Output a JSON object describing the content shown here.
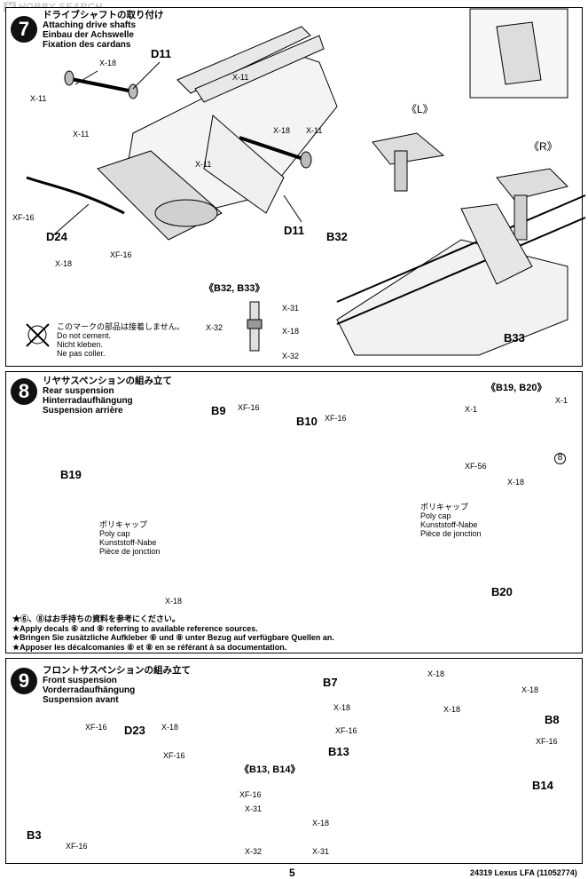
{
  "watermark": "HOBBY SEARCH",
  "step7": {
    "number": "7",
    "title_jp": "ドライブシャフトの取り付け",
    "title_en": "Attaching drive shafts",
    "title_de": "Einbau der Achswelle",
    "title_fr": "Fixation des cardans",
    "labels": [
      "D11",
      "X-18",
      "X-11",
      "X-11",
      "X-11",
      "X-18",
      "X-11",
      "X-11",
      "XF-16",
      "D24",
      "X-18",
      "XF-16",
      "D11",
      "《L》",
      "《R》",
      "B32",
      "B33"
    ],
    "sub_title": "《B32, B33》",
    "sub_labels": [
      "X-31",
      "X-32",
      "X-18",
      "X-32"
    ],
    "nocement": {
      "jp": "このマークの部品は接着しません。",
      "en": "Do not cement.",
      "de": "Nicht kleben.",
      "fr": "Ne pas coller."
    }
  },
  "step8": {
    "number": "8",
    "title_jp": "リヤサスペンションの組み立て",
    "title_en": "Rear suspension",
    "title_de": "Hinterradaufhängung",
    "title_fr": "Suspension arrière",
    "labels": [
      "B9",
      "XF-16",
      "B10",
      "XF-16",
      "B19",
      "B20",
      "X-18"
    ],
    "sub_title": "《B19, B20》",
    "sub_labels": [
      "X-1",
      "X-1",
      "XF-56",
      "X-18",
      "8"
    ],
    "polycap": {
      "jp": "ポリキャップ",
      "en": "Poly cap",
      "de": "Kunststoff-Nabe",
      "fr": "Pièce de jonction"
    },
    "notes": [
      "★⑥、⑧はお手持ちの資料を参考にください。",
      "★Apply decals ⑥ and ⑧ referring to available reference sources.",
      "★Bringen Sie zusätzliche Aufkleber ⑥ und ⑧ unter Bezug auf verfügbare Quellen an.",
      "★Apposer les décalcomanies ⑥ et ⑧ en se référant à sa documentation."
    ]
  },
  "step9": {
    "number": "9",
    "title_jp": "フロントサスペンションの組み立て",
    "title_en": "Front suspension",
    "title_de": "Vorderradaufhängung",
    "title_fr": "Suspension avant",
    "labels": [
      "XF-16",
      "D23",
      "X-18",
      "XF-16",
      "B3",
      "XF-16",
      "B7",
      "X-18",
      "X-18",
      "XF-16",
      "B13",
      "X-18",
      "X-18",
      "B8",
      "XF-16",
      "B14"
    ],
    "sub_title": "《B13, B14》",
    "sub_labels": [
      "XF-16",
      "X-31",
      "X-18",
      "X-32",
      "X-31"
    ]
  },
  "footer": {
    "page": "5",
    "code": "24319 Lexus LFA (11052774)"
  }
}
